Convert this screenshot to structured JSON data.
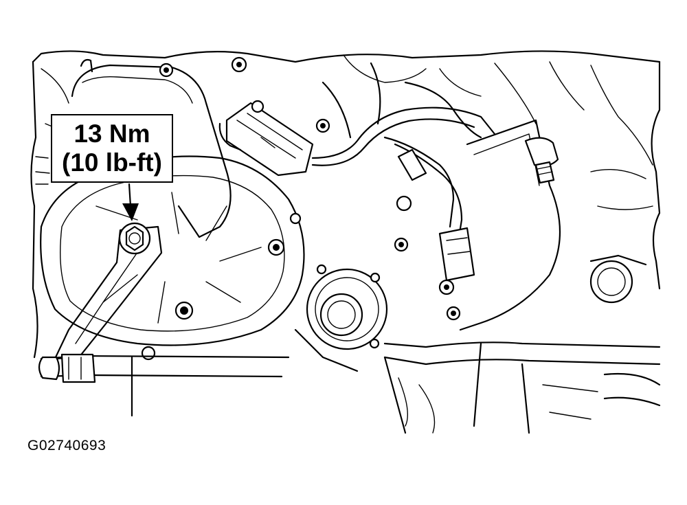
{
  "callout": {
    "torque_metric": "13 Nm",
    "torque_imperial": "(10 lb-ft)"
  },
  "figure_id": "G02740693"
}
